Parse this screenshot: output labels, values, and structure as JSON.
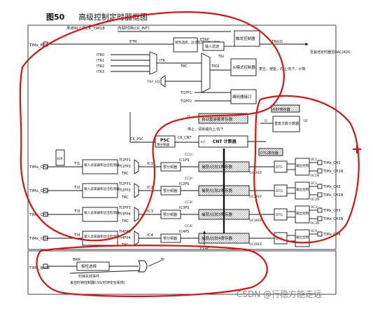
{
  "figure": {
    "number": "图50",
    "title": "高级控制定时器框图"
  },
  "clock": {
    "source": "来自RCC的CK_TIM18",
    "internal": "内部时钟(CK_INT)"
  },
  "trigger_ctrl": {
    "etr_pin": "TIMx_ETR",
    "etr": "ETR",
    "etrp": "ETRP",
    "etrp_prescaler": "极性选择，边沿检测和预分频器",
    "input_filter": "输入滤波",
    "trigger_controller": "触发控制器",
    "mode_controller": "从模式控制器",
    "encoder_interface": "编码器接口",
    "itr": [
      "ITR0",
      "ITR1",
      "ITR2",
      "ITR3"
    ],
    "itr_label": "ITR",
    "trc": "TRC",
    "tgi": "TGI",
    "trgi": "TRGI",
    "ti1f_ed": "TI1F_ED",
    "ti1fp1": "TI1FP1",
    "ti2fp2": "TI2FP2",
    "trgo": "TRGO",
    "trgo_dest": "至其他定时器至DAC/ADC",
    "reset_text": "复位，使能，向上/向下，计数"
  },
  "counter": {
    "auto_reload": "自动重装载寄存器",
    "u_label": "U",
    "stop_clear": "停止，清除或向上/向下",
    "ck_psc": "CK_PSC",
    "psc": "PSC",
    "psc_sub": "预分频器",
    "ck_cnt": "CK_CNT",
    "cnt": "CNT 计数器",
    "plus_minus": "+/-",
    "rep_reg": "REP寄存器",
    "rep_counter": "重复次数计数器",
    "ui": "UI",
    "dtg_reg": "DTG寄存器"
  },
  "channels": [
    {
      "pin": "TIMx_CH1",
      "ti": "TI1",
      "filter": "输入滤波器和边沿检测器",
      "fp": [
        "TI1FP1",
        "TI1FP2"
      ],
      "trc": "TRC",
      "ic": "IC1",
      "icps": "IC1PS",
      "ps": "预分频器",
      "cc": "CC1I",
      "reg": "捕获/比较1寄存器",
      "oc": "OC1REF",
      "out1": "OC1",
      "out2": "OC1N",
      "opin1": "TIMx_CH1",
      "opin2": "TIMx_CH1N"
    },
    {
      "pin": "TIMx_CH2",
      "ti": "TI2",
      "filter": "输入滤波器和边沿检测器",
      "fp": [
        "TI2FP1",
        "TI2FP2"
      ],
      "trc": "TRC",
      "ic": "IC2",
      "icps": "IC2PS",
      "ps": "预分频器",
      "cc": "CC2I",
      "reg": "捕获/比较2寄存器",
      "oc": "OC2REF",
      "out1": "OC2",
      "out2": "OC2N",
      "opin1": "TIMx_CH2",
      "opin2": "TIMx_CH2N"
    },
    {
      "pin": "TIMx_CH3",
      "ti": "TI3",
      "filter": "输入滤波器和边沿检测器",
      "fp": [
        "TI3FP3",
        "TI3FP4"
      ],
      "trc": "TRC",
      "ic": "IC3",
      "icps": "IC3PS",
      "ps": "预分频器",
      "cc": "CC3I",
      "reg": "捕获/比较3寄存器",
      "oc": "OC3REF",
      "out1": "OC3",
      "out2": "OC3N",
      "opin1": "TIMx_CH3",
      "opin2": "TIMx_CH3N"
    },
    {
      "pin": "TIMx_CH4",
      "ti": "TI4",
      "filter": "输入滤波器和边沿检测器",
      "fp": [
        "TI4FP3",
        "TI4FP4"
      ],
      "trc": "TRC",
      "ic": "IC4",
      "icps": "IC4PS",
      "ps": "预分频器",
      "cc": "CC4I",
      "reg": "捕获/比较4寄存器",
      "oc": "OC4REF",
      "out1": "OC4",
      "out2": "",
      "opin1": "TIMx_CH4",
      "opin2": ""
    }
  ],
  "xor": "XOR",
  "dtg": "DTG",
  "out_ctrl": "输出控制",
  "etrf": "ETRF",
  "brk": {
    "pin": "TIMx_BKIN",
    "brk": "BRK",
    "polarity": "极性选择",
    "bi": "BI",
    "css_text": "时钟失效事件",
    "css_src": "来自时钟控制器CSS(时钟安全系统)"
  },
  "watermark": "CSDN @行稳方能走远",
  "annotation_color": "#e01010"
}
